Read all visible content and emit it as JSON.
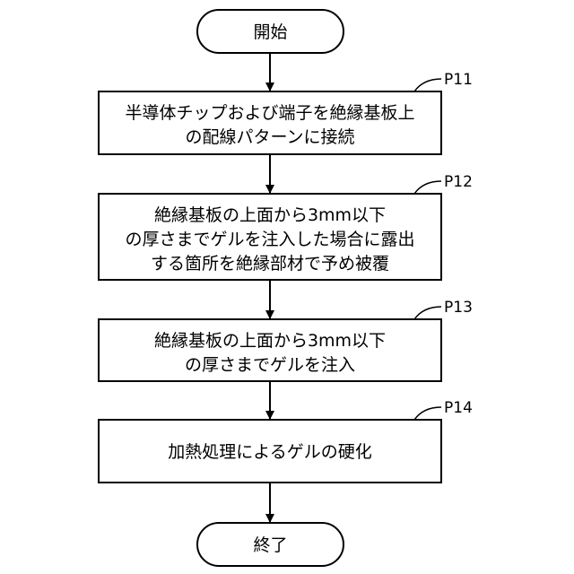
{
  "flowchart": {
    "start": {
      "text": "開始"
    },
    "end": {
      "text": "終了"
    },
    "steps": [
      {
        "id": "P11",
        "lines": [
          "半導体チップおよび端子を絶縁基板上",
          "の配線パターンに接続"
        ]
      },
      {
        "id": "P12",
        "lines": [
          "絶縁基板の上面から3mm以下",
          "の厚さまでゲルを注入した場合に露出",
          "する箇所を絶縁部材で予め被覆"
        ]
      },
      {
        "id": "P13",
        "lines": [
          "絶縁基板の上面から3mm以下",
          "の厚さまでゲルを注入"
        ]
      },
      {
        "id": "P14",
        "lines": [
          "加熱処理によるゲルの硬化"
        ]
      }
    ]
  }
}
